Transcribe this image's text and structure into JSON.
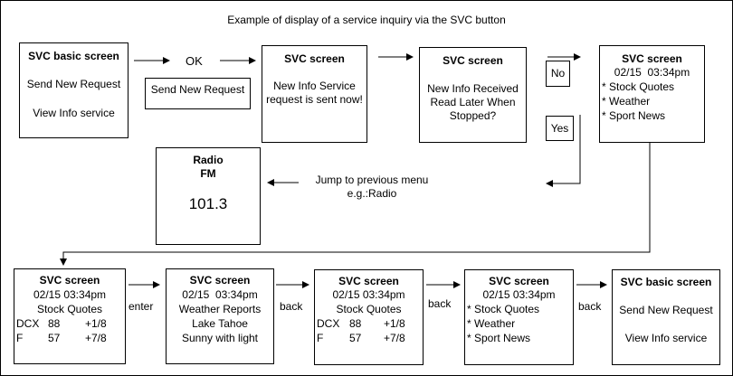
{
  "title": "Example of display of a service inquiry via the SVC button",
  "boxes": {
    "svc_basic_1": {
      "title": "SVC basic screen",
      "line1": "Send New Request",
      "line2": "View Info service"
    },
    "send_new_request": {
      "label": "Send New Request"
    },
    "svc_screen_2": {
      "title": "SVC screen",
      "line1": "New Info Service",
      "line2": "request is sent now!"
    },
    "svc_screen_3": {
      "title": "SVC screen",
      "line1": "New Info Received",
      "line2": "Read Later When",
      "line3": "Stopped?"
    },
    "no_box": {
      "label": "No"
    },
    "yes_box": {
      "label": "Yes"
    },
    "svc_screen_4": {
      "title": "SVC screen",
      "datetime": "02/15  03:34pm",
      "items": [
        "* Stock Quotes",
        "* Weather",
        "* Sport News"
      ]
    },
    "radio": {
      "title": "Radio",
      "band": "FM",
      "frequency": "101.3"
    },
    "svc_screen_5": {
      "title": "SVC screen",
      "datetime": "02/15 03:34pm",
      "subtitle": "Stock Quotes",
      "rows": [
        {
          "sym": "DCX",
          "val": "88",
          "chg": "+1/8"
        },
        {
          "sym": "F",
          "val": "57",
          "chg": "+7/8"
        }
      ]
    },
    "svc_screen_6": {
      "title": "SVC screen",
      "datetime": "02/15  03:34pm",
      "line1": "Weather Reports",
      "line2": "Lake Tahoe",
      "line3": "Sunny with light"
    },
    "svc_screen_7": {
      "title": "SVC screen",
      "datetime": "02/15 03:34pm",
      "subtitle": "Stock Quotes",
      "rows": [
        {
          "sym": "DCX",
          "val": "88",
          "chg": "+1/8"
        },
        {
          "sym": "F",
          "val": "57",
          "chg": "+7/8"
        }
      ]
    },
    "svc_screen_8": {
      "title": "SVC screen",
      "datetime": "02/15 03:34pm",
      "items": [
        "* Stock Quotes",
        "* Weather",
        "* Sport News"
      ]
    },
    "svc_basic_2": {
      "title": "SVC basic screen",
      "line1": "Send New Request",
      "line2": "View Info service"
    }
  },
  "labels": {
    "ok": "OK",
    "jump_line1": "Jump to previous menu",
    "jump_line2": "e.g.:Radio",
    "enter": "enter",
    "back1": "back",
    "back2": "back",
    "back3": "back"
  }
}
